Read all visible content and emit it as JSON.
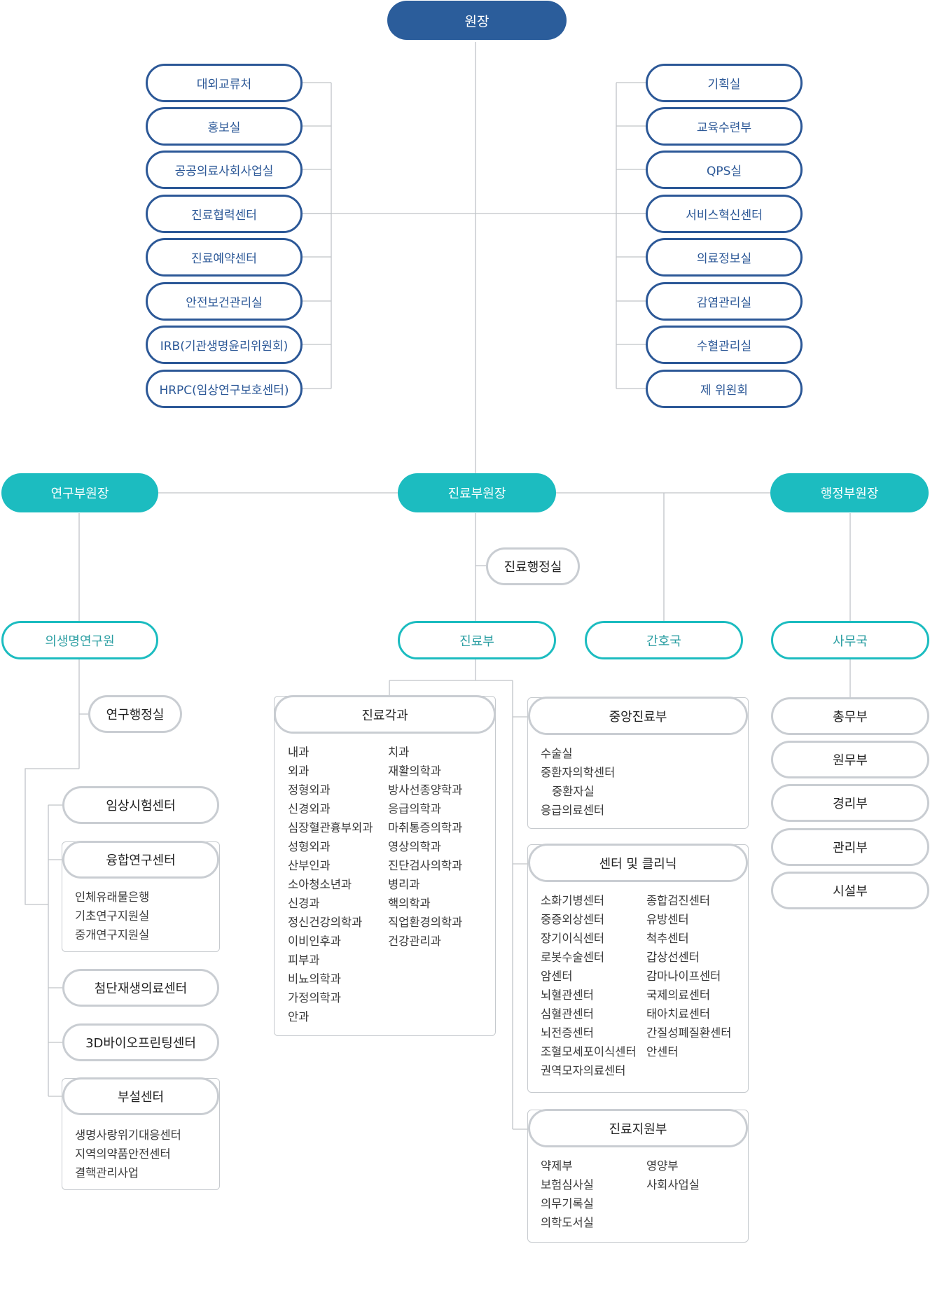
{
  "director": "원장",
  "left_staff": [
    "대외교류처",
    "홍보실",
    "공공의료사회사업실",
    "진료협력센터",
    "진료예약센터",
    "안전보건관리실",
    "IRB(기관생명윤리위원회)",
    "HRPC(임상연구보호센터)"
  ],
  "right_staff": [
    "기획실",
    "교육수련부",
    "QPS실",
    "서비스혁신센터",
    "의료정보실",
    "감염관리실",
    "수혈관리실",
    "제 위원회"
  ],
  "vice": {
    "research": "연구부원장",
    "medical": "진료부원장",
    "admin": "행정부원장"
  },
  "medical_admin_office": "진료행정실",
  "research_side": {
    "institute": "의생명연구원",
    "admin_office": "연구행정실",
    "clinical_trial": "임상시험센터",
    "convergence": {
      "title": "융합연구센터",
      "items": [
        "인체유래물은행",
        "기초연구지원실",
        "중개연구지원실"
      ]
    },
    "regenerative": "첨단재생의료센터",
    "bioprinting": "3D바이오프린팅센터",
    "affiliated": {
      "title": "부설센터",
      "items": [
        "생명사랑위기대응센터",
        "지역의약품안전센터",
        "결핵관리사업"
      ]
    }
  },
  "medical_dept": "진료부",
  "nursing": "간호국",
  "secretariat": "사무국",
  "departments": {
    "title": "진료각과",
    "col1": [
      "내과",
      "외과",
      "정형외과",
      "신경외과",
      "심장혈관흉부외과",
      "성형외과",
      "산부인과",
      "소아청소년과",
      "신경과",
      "정신건강의학과",
      "이비인후과",
      "피부과",
      "비뇨의학과",
      "가정의학과",
      "안과"
    ],
    "col2": [
      "치과",
      "재활의학과",
      "방사선종양학과",
      "응급의학과",
      "마취통증의학과",
      "영상의학과",
      "진단검사의학과",
      "병리과",
      "핵의학과",
      "직업환경의학과",
      "건강관리과"
    ]
  },
  "central": {
    "title": "중앙진료부",
    "items": [
      "수술실",
      "중환자의학센터",
      "중환자실",
      "응급의료센터"
    ]
  },
  "centers": {
    "title": "센터 및 클리닉",
    "col1": [
      "소화기병센터",
      "중증외상센터",
      "장기이식센터",
      "로봇수술센터",
      "암센터",
      "뇌혈관센터",
      "심혈관센터",
      "뇌전증센터",
      "조혈모세포이식센터",
      "권역모자의료센터"
    ],
    "col2": [
      "종합검진센터",
      "유방센터",
      "척추센터",
      "갑상선센터",
      "감마나이프센터",
      "국제의료센터",
      "태아치료센터",
      "간질성폐질환센터",
      "안센터"
    ]
  },
  "support": {
    "title": "진료지원부",
    "col1": [
      "약제부",
      "보험심사실",
      "의무기록실",
      "의학도서실"
    ],
    "col2": [
      "영양부",
      "사회사업실"
    ]
  },
  "admin_depts": [
    "총무부",
    "원무부",
    "경리부",
    "관리부",
    "시설부"
  ],
  "colors": {
    "navy": "#2b5d9b",
    "teal": "#1cbcc0",
    "gray_border": "#c9cdd2",
    "line": "#c0c4c8"
  }
}
